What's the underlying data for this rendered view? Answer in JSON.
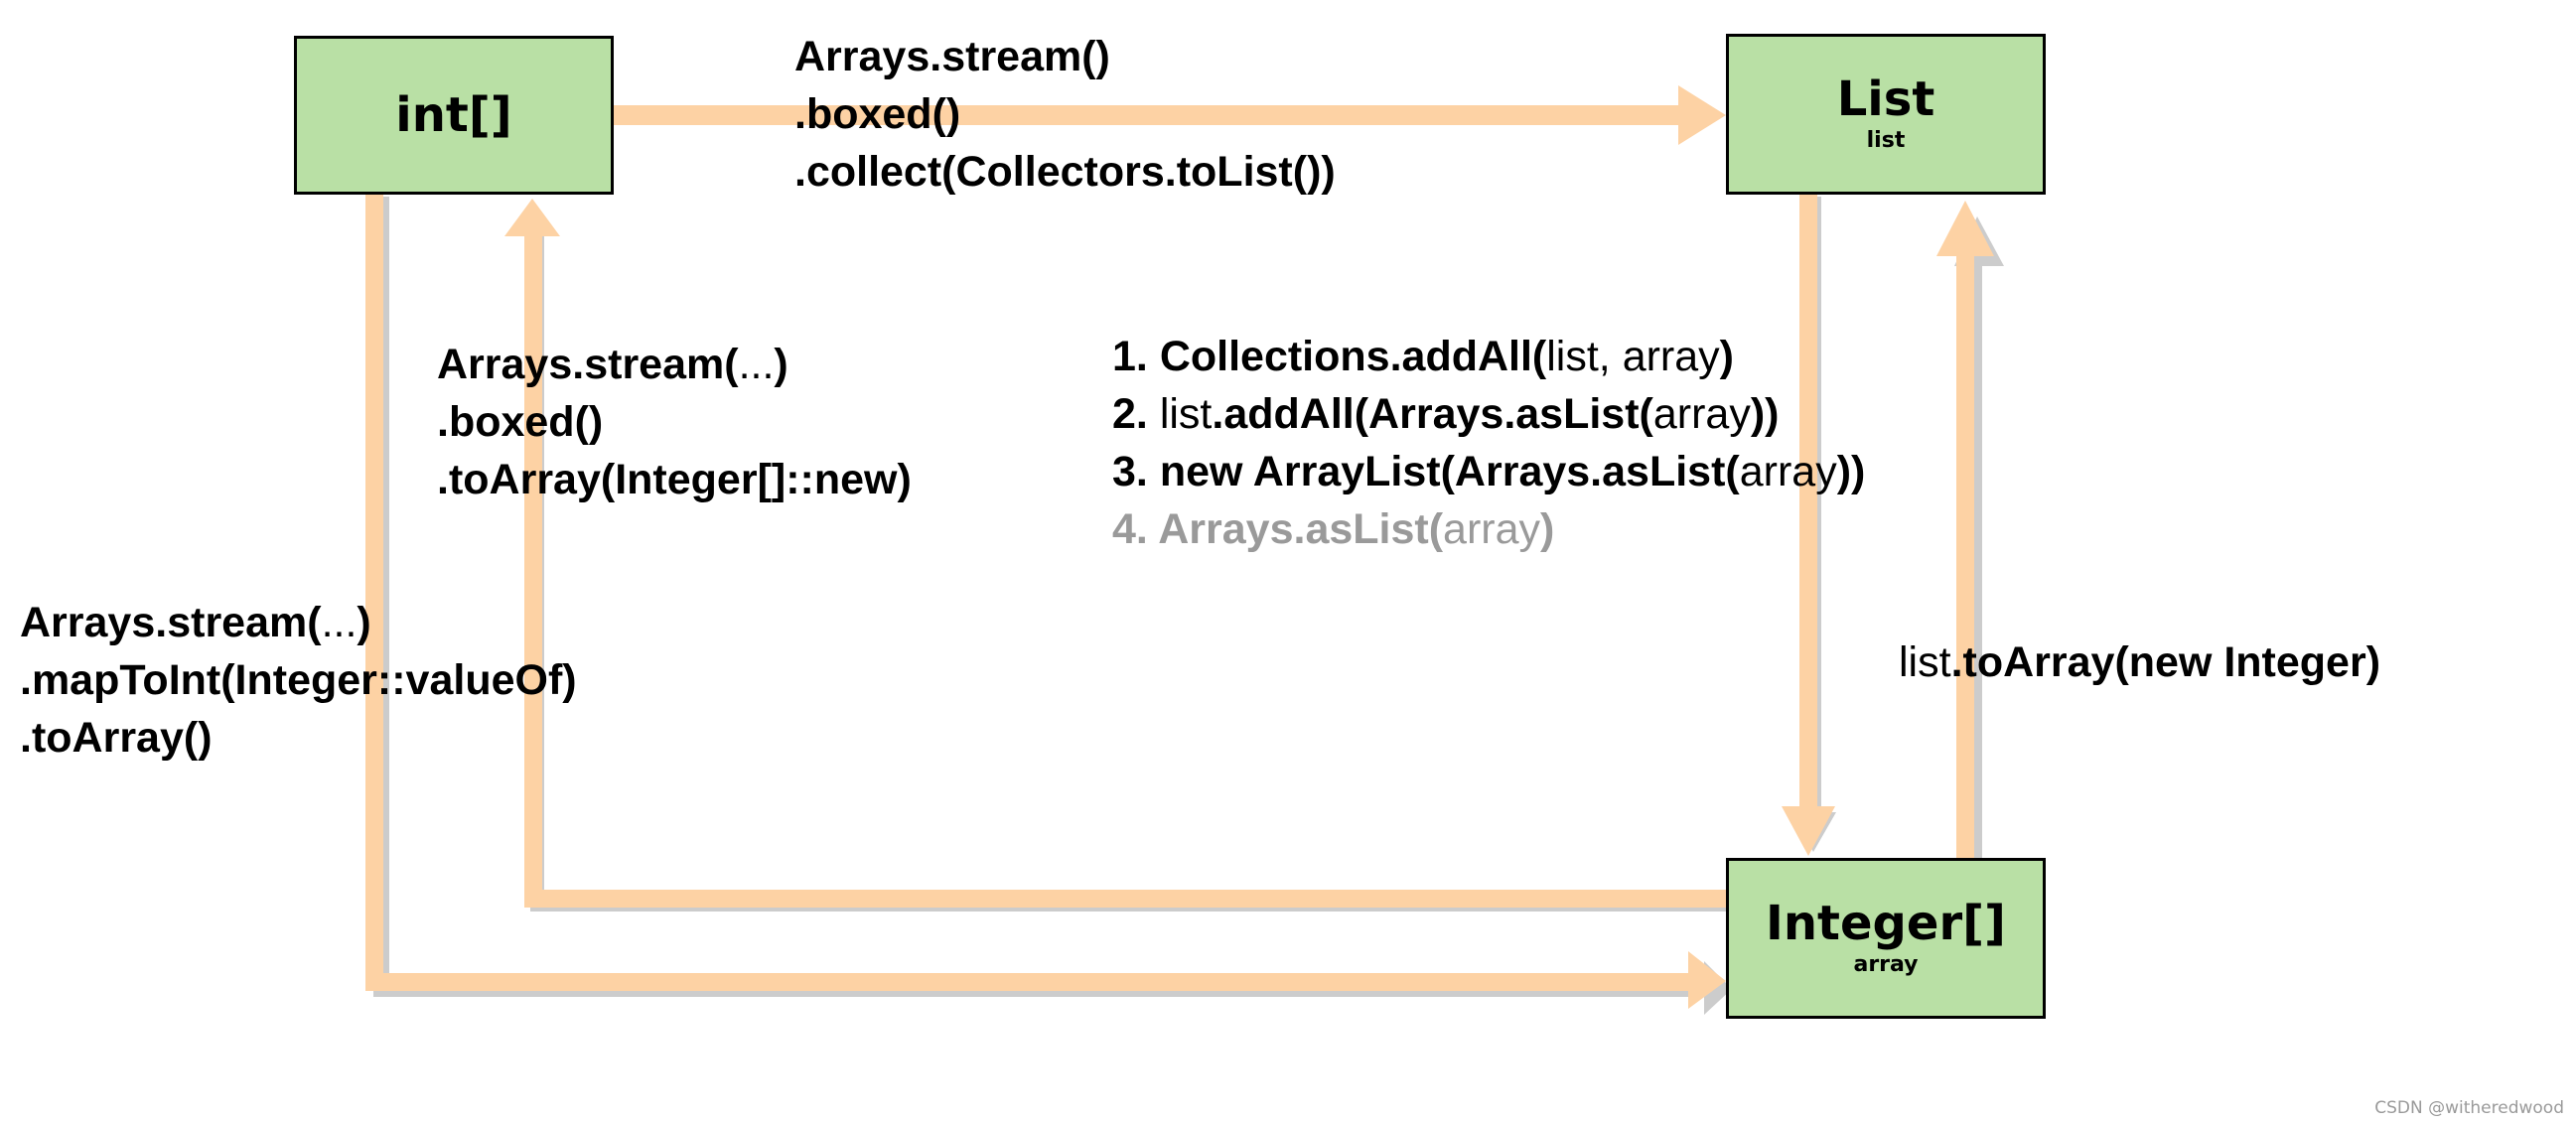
{
  "boxes": {
    "int_array": {
      "title": "int[]"
    },
    "list": {
      "title": "List",
      "subtitle": "list"
    },
    "integer_array": {
      "title": "Integer[]",
      "subtitle": "array"
    }
  },
  "labels": {
    "int_to_list": {
      "line1": "Arrays.stream()",
      "line2": ".boxed()",
      "line3": ".collect(Collectors.toList())"
    },
    "int_to_integer": {
      "line1_bold": "Arrays.stream(",
      "line1_normal": "...",
      "line1_end": ")",
      "line2": ".boxed()",
      "line3": ".toArray(Integer[]::new)"
    },
    "integer_to_int": {
      "line1_bold": "Arrays.stream(",
      "line1_normal": "...",
      "line1_end": ")",
      "line2": ".mapToInt(Integer::valueOf)",
      "line3": ".toArray()"
    },
    "array_to_list": [
      {
        "num": "1.",
        "p1": " Collections.addAll(",
        "p2": "list, array",
        "p3": ")"
      },
      {
        "num": "2.",
        "p1": " ",
        "p2": "list",
        "p3": ".addAll(Arrays.asList(",
        "p4": "array",
        "p5": "))"
      },
      {
        "num": "3.",
        "p1": " new ArrayList(Arrays.asList(",
        "p2": "array",
        "p3": "))"
      },
      {
        "num": "4.",
        "p1": " Arrays.asList(",
        "p2": "array",
        "p3": ")"
      }
    ],
    "list_to_array": {
      "normal": "list",
      "bold": ".toArray(new Integer)"
    }
  },
  "colors": {
    "arrow": "#fdd2a4",
    "arrow_shadow": "#c9c9c9",
    "box_fill": "#b9e0a5",
    "box_border": "#000000",
    "muted_text": "#9a9a9a"
  },
  "watermark": "CSDN @witheredwood"
}
